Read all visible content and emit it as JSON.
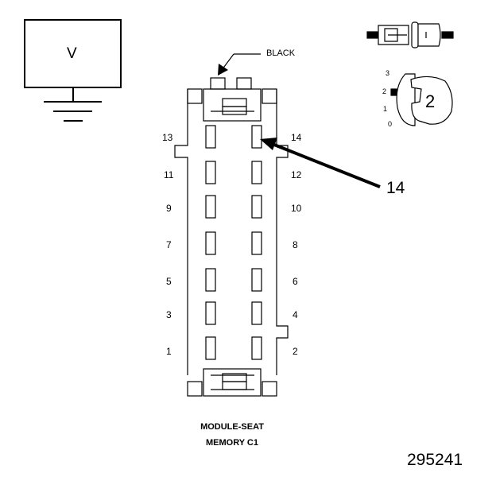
{
  "meter": {
    "label": "V"
  },
  "connector": {
    "color_label": "BLACK",
    "callout_pin": "14",
    "name_line1": "MODULE-SEAT",
    "name_line2": "MEMORY C1",
    "left_pins": [
      "13",
      "11",
      "9",
      "7",
      "5",
      "3",
      "1"
    ],
    "right_pins": [
      "14",
      "12",
      "10",
      "8",
      "6",
      "4",
      "2"
    ]
  },
  "probe_selector": {
    "positions": [
      "3",
      "2",
      "1",
      "0"
    ],
    "selected": "2"
  },
  "figure_number": "295241"
}
